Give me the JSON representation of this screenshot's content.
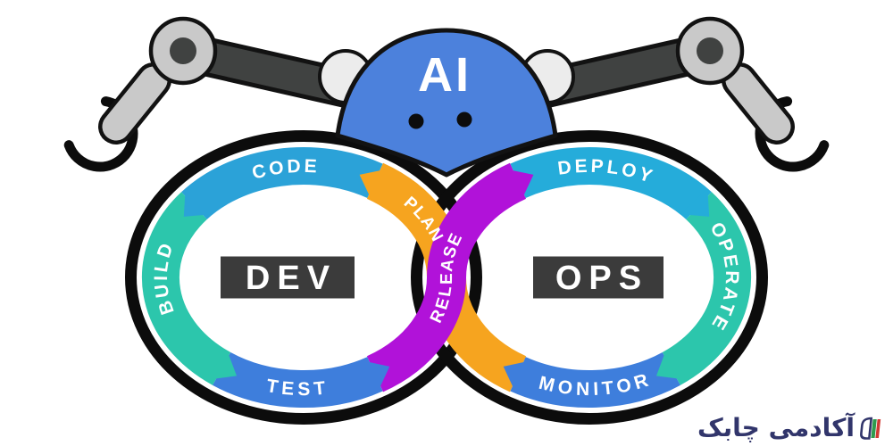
{
  "robot": {
    "ai_label": "AI"
  },
  "diagram": {
    "dev_box": "DEV",
    "ops_box": "OPS",
    "left_segments": [
      {
        "id": "code",
        "label": "CODE"
      },
      {
        "id": "build",
        "label": "BUILD"
      },
      {
        "id": "test",
        "label": "TEST"
      }
    ],
    "right_segments": [
      {
        "id": "deploy",
        "label": "DEPLOY"
      },
      {
        "id": "operate",
        "label": "OPERATE"
      },
      {
        "id": "monitor",
        "label": "MONITOR"
      }
    ],
    "cross_bands": [
      {
        "id": "plan",
        "label": "PLAN"
      },
      {
        "id": "release",
        "label": "RELEASE"
      }
    ],
    "colors": {
      "code": "#2BA2D8",
      "build": "#2CC6AC",
      "test": "#3E7EDC",
      "plan": "#F6A41F",
      "release": "#B112D9",
      "deploy": "#25ACDA",
      "operate": "#2CC6AC",
      "monitor": "#3E7EDC",
      "outline": "#0C0C0C",
      "label_box": "#3B3B3B",
      "head": "#4C81DC",
      "arm_dark": "#404241",
      "arm_light": "#C9C9C9",
      "shoulder_pad": "#ECECEC",
      "watermark": "#31356B"
    }
  },
  "watermark": {
    "text": "آکادمی چابک"
  }
}
